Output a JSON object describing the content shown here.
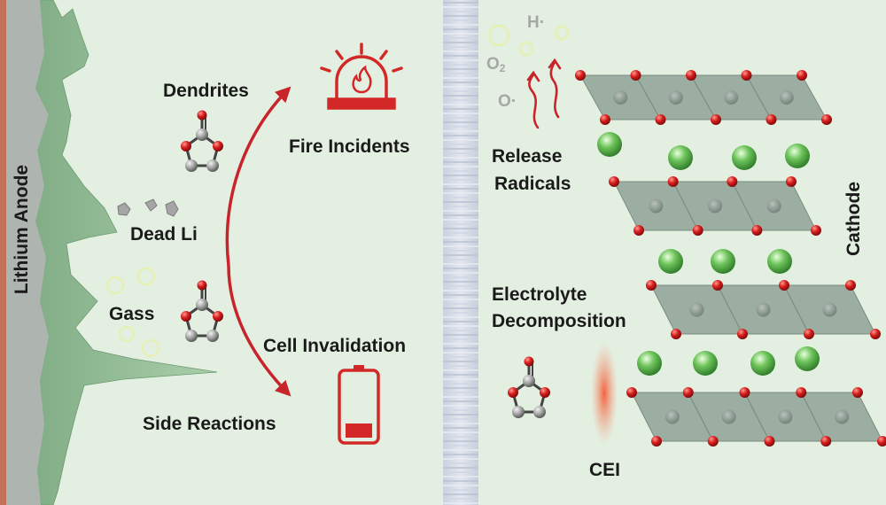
{
  "anode": {
    "label": "Lithium Anode"
  },
  "cathode": {
    "label": "Cathode"
  },
  "left_labels": {
    "dendrites": "Dendrites",
    "dead_li": "Dead Li",
    "gass": "Gass",
    "side_reactions": "Side Reactions",
    "fire_incidents": "Fire Incidents",
    "cell_invalidation": "Cell Invalidation"
  },
  "right_labels": {
    "release": "Release",
    "radicals": "Radicals",
    "electrolyte": "Electrolyte",
    "decomposition": "Decomposition",
    "cei": "CEI"
  },
  "radicals": {
    "h": "H·",
    "o2": "O",
    "o2_sub": "2",
    "o": "O·"
  },
  "colors": {
    "background": "#e3efe0",
    "anode_metal": "#aeb4b0",
    "anode_edge": "#c4715a",
    "dendrite_green": "#8fb992",
    "separator": "#d5dbe8",
    "accent_red": "#c8242c",
    "oxygen_red": "#d11f1f",
    "lithium_green": "#54b548",
    "carbon_gray": "#9a9a9a",
    "octahedra": "#8fa297",
    "cei_orange": "#f07b56"
  },
  "icons": [
    "alarm-siren-icon",
    "low-battery-icon",
    "carbonate-molecule-icon",
    "curved-arrow-icon",
    "wavy-arrow-icon"
  ]
}
